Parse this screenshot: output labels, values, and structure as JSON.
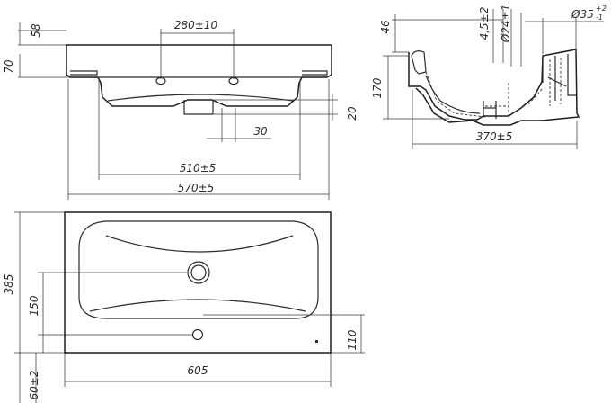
{
  "dimensions": {
    "top_height": "58",
    "top_depth": "70",
    "holes_spacing": "280±10",
    "right_drop": "20",
    "right_gap": "30",
    "inner_width": "510±5",
    "outer_width": "570±5",
    "side_depth": "46",
    "side_offset": "4,5±2",
    "side_drain": "Ø24±1",
    "side_drain_pipe": "Ø35",
    "side_drain_pipe_tol_upper": "+2",
    "side_drain_pipe_tol_lower": "-1",
    "side_height": "170",
    "side_width": "370±5",
    "plan_depth": "385",
    "plan_drain_pos": "150",
    "plan_tap_pos": "110",
    "plan_width": "605",
    "plan_bottom": "60±2"
  },
  "colors": {
    "line": "#2b2b2b",
    "background": "#ffffff"
  }
}
